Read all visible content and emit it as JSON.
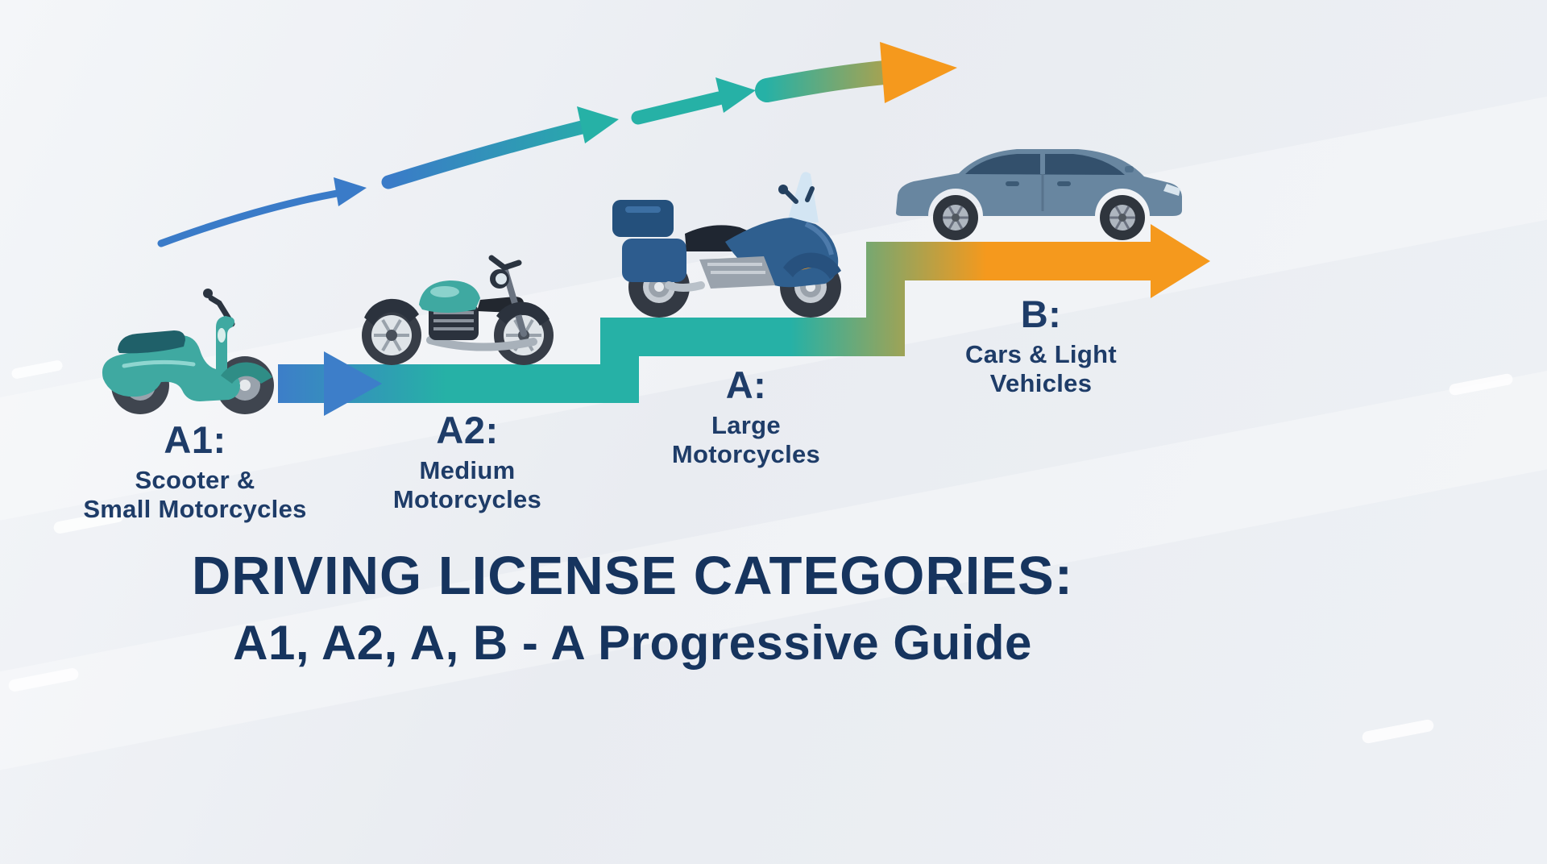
{
  "palette": {
    "background": "#edeff3",
    "arrow_blue": "#3a7bc8",
    "arrow_teal": "#26b1a6",
    "arrow_orange": "#f5991d",
    "label_navy": "#1e3c68",
    "title_navy": "#16345e",
    "vehicle_teal": "#3fa9a1",
    "vehicle_blue": "#2f5f8f",
    "car_blue_gray": "#6886a0"
  },
  "progression": {
    "steps": [
      {
        "code": "A1:",
        "label": "Scooter &\nSmall Motorcycles",
        "icon": "scooter-icon",
        "color": "#3a7bc8"
      },
      {
        "code": "A2:",
        "label": "Medium\nMotorcycles",
        "icon": "medium-motorcycle-icon",
        "color": "#26b1a6"
      },
      {
        "code": "A:",
        "label": "Large\nMotorcycles",
        "icon": "large-motorcycle-icon",
        "color": "#26b1a6"
      },
      {
        "code": "B:",
        "label": "Cars & Light\nVehicles",
        "icon": "car-icon",
        "color": "#f5991d"
      }
    ]
  },
  "title": {
    "line1": "DRIVING LICENSE CATEGORIES:",
    "line2": "A1, A2, A, B - A Progressive Guide"
  }
}
